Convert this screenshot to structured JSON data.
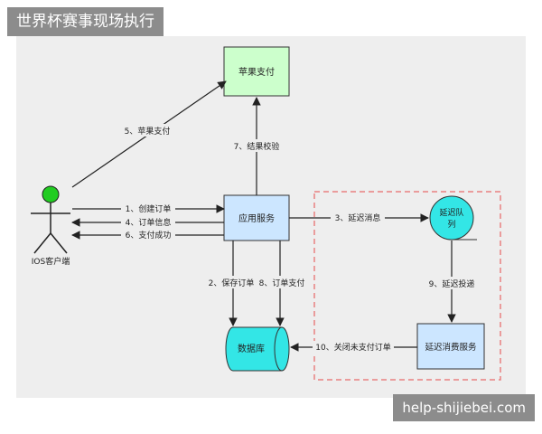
{
  "header": {
    "title": "世界杯赛事现场执行"
  },
  "watermark": {
    "text": "help-shijiebei.com"
  },
  "diagram": {
    "actor_label": "IOS客户端",
    "nodes": {
      "apple_pay": "苹果支付",
      "app_service": "应用服务",
      "database": "数据库",
      "delay_queue_line1": "延迟队",
      "delay_queue_line2": "列",
      "delay_consumer": "延迟消费服务"
    },
    "edges": {
      "e5": "5、苹果支付",
      "e7": "7、结果校验",
      "e1": "1、创建订单",
      "e4": "4、订单信息",
      "e6": "6、支付成功",
      "e3": "3、延迟消息",
      "e2": "2、保存订单",
      "e8": "8、订单支付",
      "e9": "9、延迟投递",
      "e10": "10、关闭未支付订单"
    },
    "colors": {
      "green_box": "#ccffcc",
      "blue_box": "#cce6ff",
      "cyan": "#33e6e6",
      "actor_head": "#22cc22",
      "dashed_border": "#e88080"
    }
  }
}
